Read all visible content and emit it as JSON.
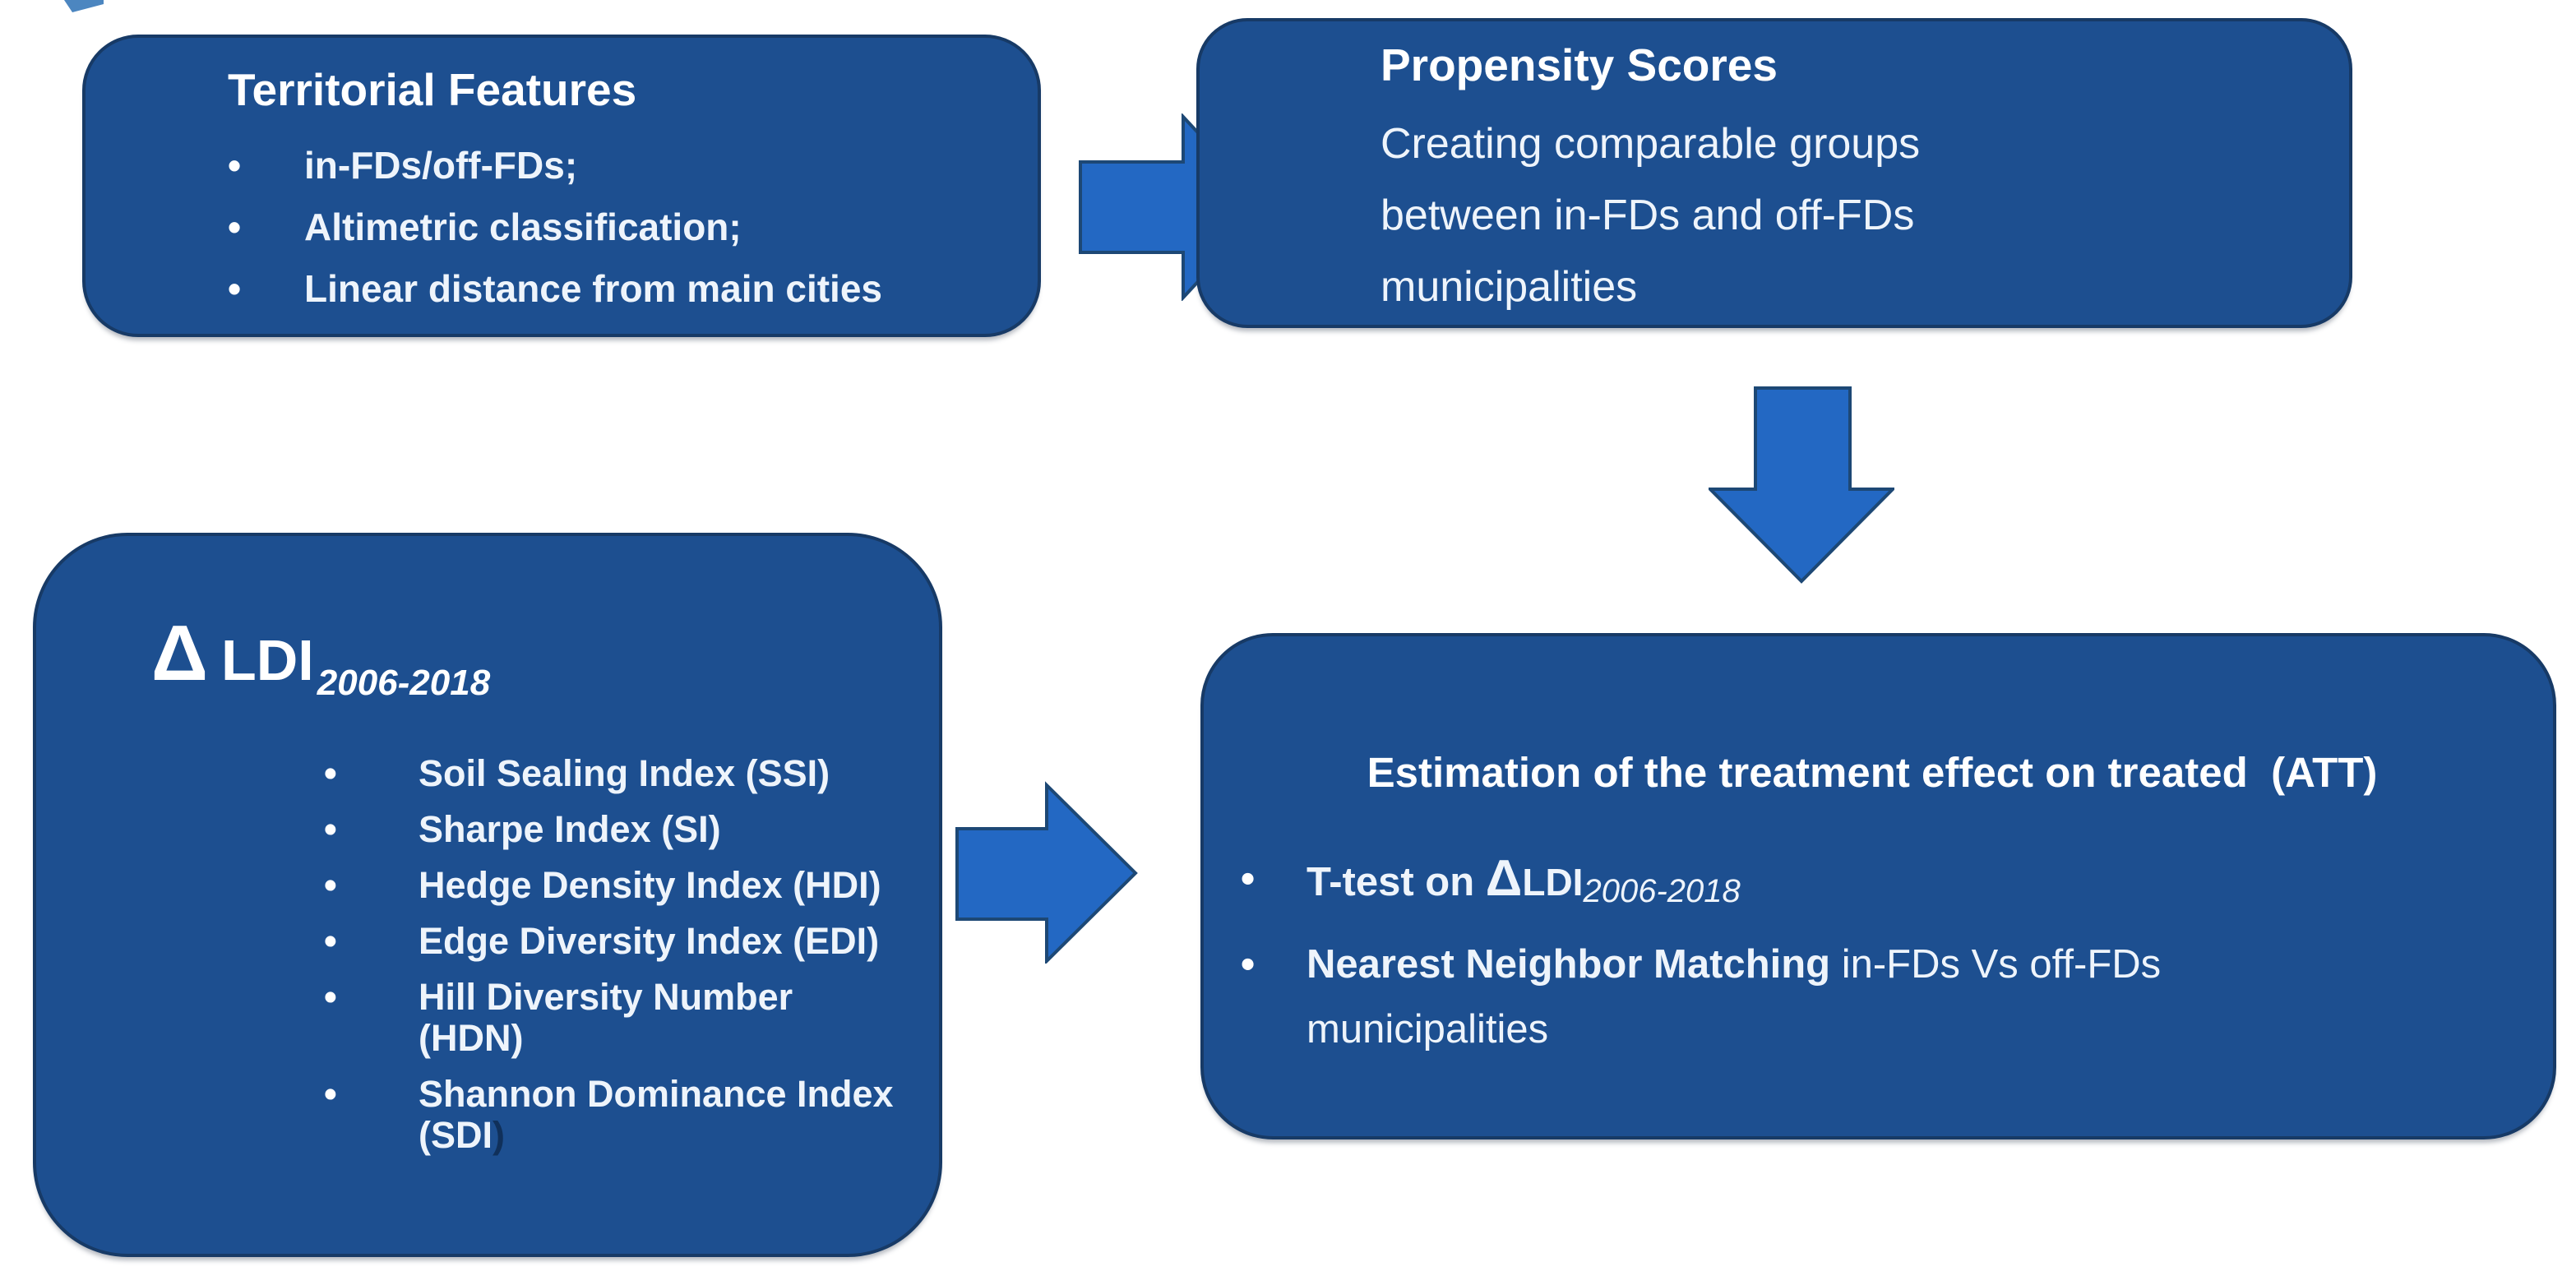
{
  "palette": {
    "box_fill": "#1d4f90",
    "box_border": "#173a66",
    "arrow_fill": "#2368c3",
    "arrow_border": "#1d4875",
    "text_light": "#eef4fb",
    "title_white": "#ffffff",
    "dark_paren": "#10305a"
  },
  "boxes": {
    "territorial": {
      "title": "Territorial Features",
      "bullets": [
        "in-FDs/off-FDs;",
        "Altimetric classification;",
        "Linear distance from main cities"
      ]
    },
    "propensity": {
      "title": "Propensity Scores",
      "body_lines": [
        "Creating comparable groups",
        "between in-FDs and off-FDs",
        "municipalities"
      ]
    },
    "ldi": {
      "delta": "Δ",
      "label": "LDI",
      "subscript": "2006-2018",
      "bullets": [
        {
          "l1": "Soil Sealing Index (SSI)"
        },
        {
          "l1": "Sharpe Index (SI)"
        },
        {
          "l1": "Hedge Density Index (HDI)"
        },
        {
          "l1": "Edge Diversity Index (EDI)"
        },
        {
          "l1": "Hill Diversity Number",
          "l2": "(HDN)"
        },
        {
          "l1": "Shannon Dominance Index",
          "l2_main": "(SDI",
          "l2_paren": ")"
        }
      ]
    },
    "att": {
      "title": "Estimation of the treatment effect on treated  (ATT)",
      "bullet1": {
        "prefix": "T-test on ",
        "delta": "Δ",
        "label": "LDI",
        "subscript": "2006-2018"
      },
      "bullet2": {
        "bold": "Nearest Neighbor Matching",
        "rest": " in-FDs Vs off-FDs",
        "line2": "municipalities"
      }
    }
  }
}
